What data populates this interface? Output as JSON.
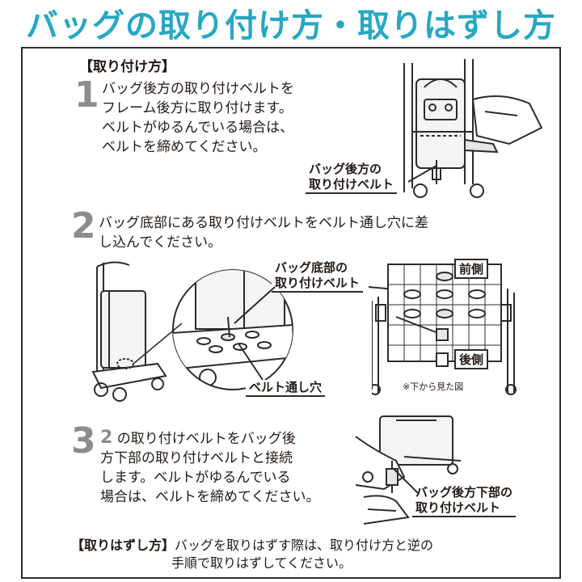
{
  "title": "バッグの取り付け方・取りはずし方",
  "attach_heading": "【取り付け方】",
  "steps": [
    {
      "num": "1",
      "lines": [
        "バッグ後方の取り付けベルトを",
        "フレーム後方に取り付けます。",
        "ベルトがゆるんでいる場合は、",
        "ベルトを締めてください。"
      ]
    },
    {
      "num": "2",
      "lines": [
        "バッグ底部にある取り付けベルトをベルト通し穴に差",
        "し込んでください。"
      ]
    },
    {
      "num": "3",
      "ref": "2",
      "lines": [
        "の取り付けベルトをバッグ後",
        "方下部の取り付けベルトと接続",
        "します。ベルトがゆるんでいる",
        "場合は、ベルトを締めてください。"
      ]
    }
  ],
  "callouts": {
    "rear_belt": [
      "バッグ後方の",
      "取り付けベルト"
    ],
    "bottom_belt": [
      "バッグ底部の",
      "取り付けベルト"
    ],
    "belt_hole": "ベルト通し穴",
    "front": "前側",
    "rear": "後側",
    "bottom_view_note": "※下から見た図",
    "rear_lower_belt": [
      "バッグ後方下部の",
      "取り付けベルト"
    ]
  },
  "footer": {
    "heading": "【取りはずし方】",
    "text1": "バッグを取りはずす際は、取り付け方と逆の",
    "text2": "手順で取りはずしてください。"
  },
  "colors": {
    "title": "#27a7c3",
    "step_num": "#8c8c8c",
    "ink": "#231815"
  }
}
